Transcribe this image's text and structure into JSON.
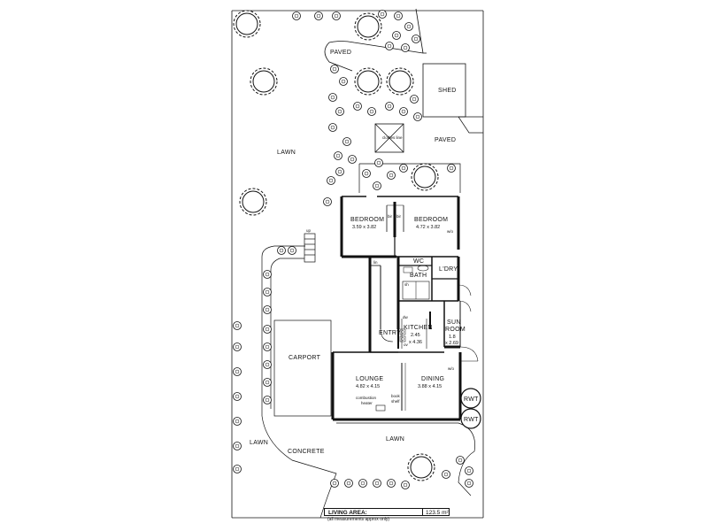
{
  "labels": {
    "paved_top": "PAVED",
    "shed": "SHED",
    "paved_right": "PAVED",
    "clothes_line": "clothes line",
    "lawn_left": "LAWN",
    "bedroom1_name": "BEDROOM",
    "bedroom1_dims": "3.59 x 3.82",
    "bedroom2_name": "BEDROOM",
    "bedroom2_dims": "4.72 x 3.82",
    "bir1": "bir",
    "bir2": "bir",
    "wo_bedroom": "w/o",
    "up": "up",
    "wc": "WC",
    "ldry": "L'DRY",
    "bath": "BATH",
    "lin": "lin",
    "sh": "sh",
    "sun_room_1": "SUN",
    "sun_room_2": "ROOM",
    "sun_dims_1": "1.8",
    "sun_dims_2": "x 2.69",
    "kitchen": "KITCHEN",
    "kitchen_dims_1": "2.45",
    "kitchen_dims_2": "x 4.36",
    "dw": "dw",
    "ov": "ov",
    "entry": "ENTRY",
    "carport": "CARPORT",
    "lounge_name": "LOUNGE",
    "lounge_dims": "4.82 x 4.15",
    "dining_name": "DINING",
    "dining_dims": "3.88 x 4.15",
    "wo_dining": "w/o",
    "combustion_1": "combustion",
    "combustion_2": "heater",
    "book_1": "book",
    "book_2": "shelf",
    "rwt1": "RWT",
    "rwt2": "RWT",
    "lawn_bottom_left": "LAWN",
    "concrete": "CONCRETE",
    "lawn_bottom": "LAWN"
  },
  "legend": {
    "living_area_label": "LIVING AREA:",
    "living_area_value": "123.5 m²",
    "note": "(all measurements approx only)"
  }
}
